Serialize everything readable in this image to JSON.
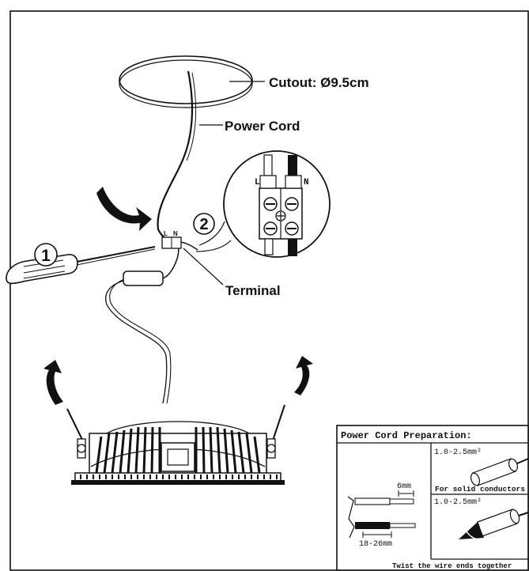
{
  "labels": {
    "cutout": "Cutout: Ø9.5cm",
    "power_cord": "Power Cord",
    "terminal": "Terminal",
    "step1": "1",
    "step2": "2",
    "terminal_l": "L",
    "terminal_n": "N",
    "wire_l": "L",
    "wire_n": "N"
  },
  "prep_box": {
    "title": "Power Cord Preparation:",
    "strip_length": "6mm",
    "insulation_length": "18-26mm",
    "solid_size": "1.0-2.5mm²",
    "solid_caption": "For solid conductors",
    "stranded_size": "1.0-2.5mm²",
    "twist_caption": "Twist the wire ends together"
  },
  "colors": {
    "ink": "#111111",
    "background": "#ffffff"
  }
}
